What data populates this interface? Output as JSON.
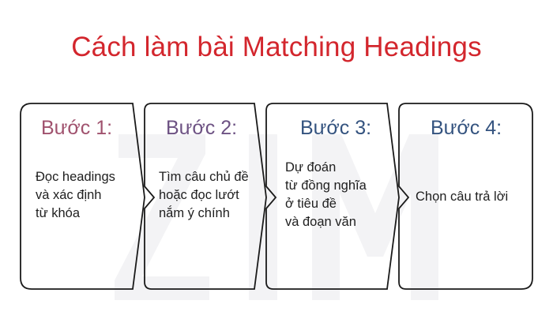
{
  "title": "Cách làm bài Matching Headings",
  "watermark": "ZIM",
  "steps": [
    {
      "heading": "Bước 1:",
      "body": "Đọc headings\nvà xác định\ntừ khóa",
      "color": "#a0526e"
    },
    {
      "heading": "Bước 2:",
      "body": "Tìm câu chủ đề\nhoặc đọc lướt\nnắm ý chính",
      "color": "#6d5283"
    },
    {
      "heading": "Bước 3:",
      "body": "Dự đoán\ntừ đồng nghĩa\nở tiêu đề\nvà đoạn văn",
      "color": "#34537f"
    },
    {
      "heading": "Bước 4:",
      "body": "Chọn câu trả lời",
      "color": "#34537f"
    }
  ],
  "colors": {
    "title": "#d3262d",
    "border": "#1a1a1a",
    "watermark": "#f3f3f5"
  }
}
